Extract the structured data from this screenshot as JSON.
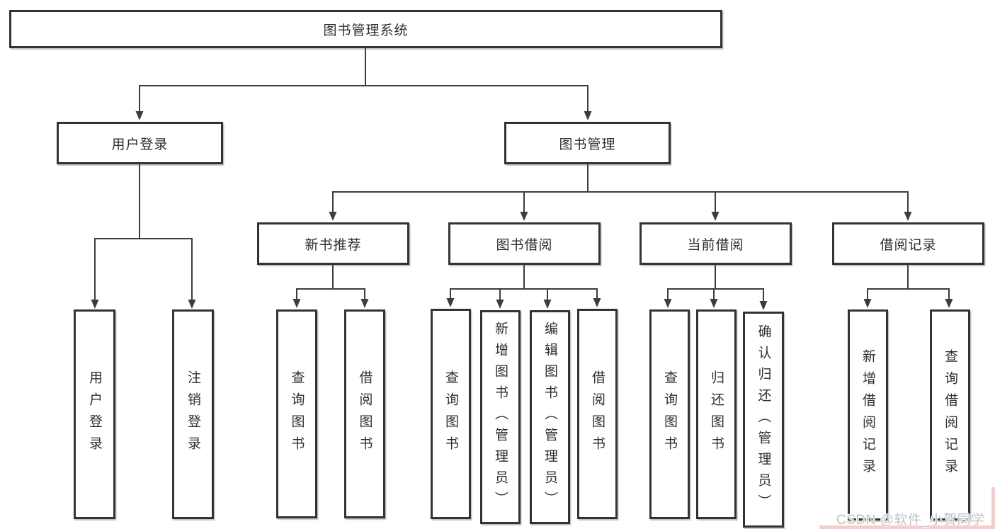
{
  "diagram": {
    "root": {
      "label": "图书管理系统"
    },
    "branches": [
      {
        "label": "用户登录",
        "children": [
          {
            "label": "用户登录"
          },
          {
            "label": "注销登录"
          }
        ]
      },
      {
        "label": "图书管理",
        "children": [
          {
            "label": "新书推荐",
            "children": [
              {
                "label": "查询图书"
              },
              {
                "label": "借阅图书"
              }
            ]
          },
          {
            "label": "图书借阅",
            "children": [
              {
                "label": "查询图书"
              },
              {
                "label": "新增图书（管理员）"
              },
              {
                "label": "编辑图书（管理员）"
              },
              {
                "label": "借阅图书"
              }
            ]
          },
          {
            "label": "当前借阅",
            "children": [
              {
                "label": "查询图书"
              },
              {
                "label": "归还图书"
              },
              {
                "label": "确认归还（管理员）"
              }
            ]
          },
          {
            "label": "借阅记录",
            "children": [
              {
                "label": "新增借阅记录"
              },
              {
                "label": "查询借阅记录"
              }
            ]
          }
        ]
      }
    ]
  },
  "watermark": {
    "text": "CSDN @软件_小贺同学",
    "text_color": "#c3c3c3",
    "accent_color": "#f5cdcd"
  },
  "colors": {
    "background": "#ffffff",
    "box_fill": "#ffffff",
    "box_border": "#333333",
    "connector": "#3d3d3d",
    "text": "#2f2f2f"
  }
}
